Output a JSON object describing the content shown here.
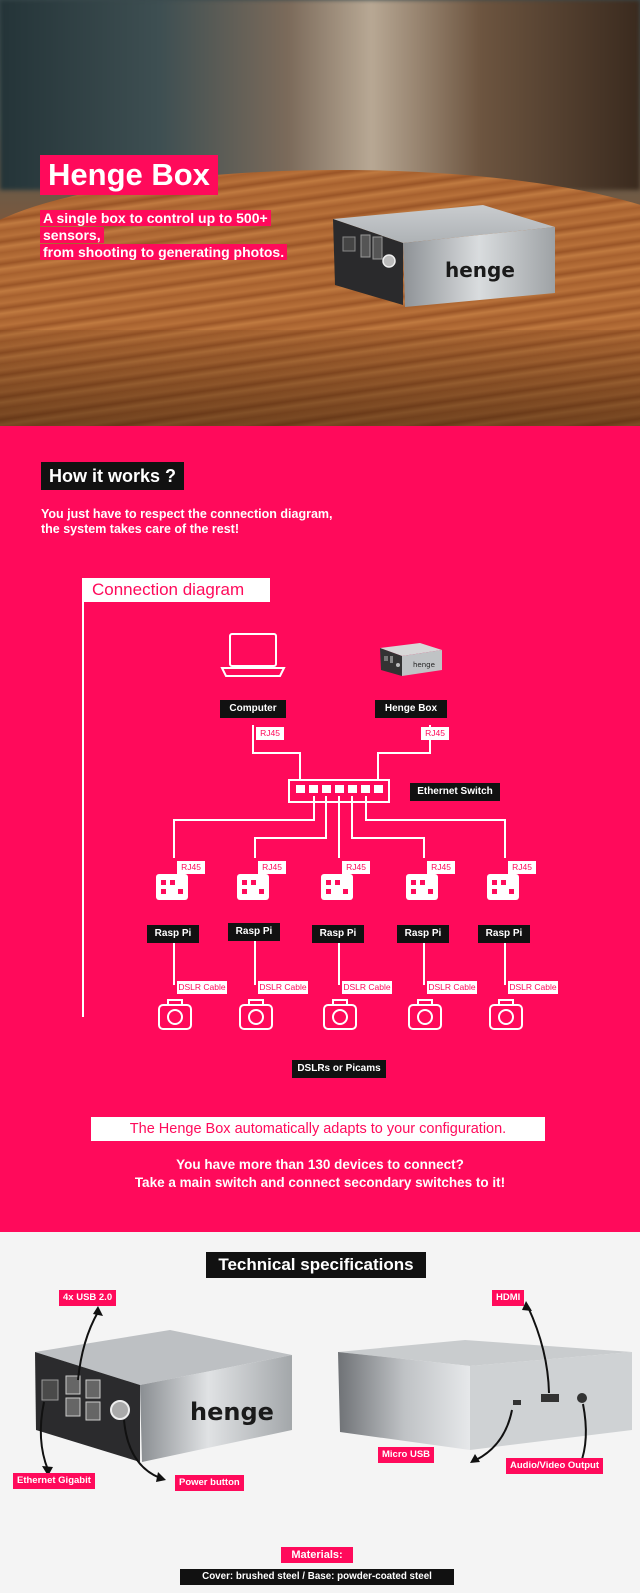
{
  "hero": {
    "title": "Henge Box",
    "subtitle_line1": "A single box to control up to 500+ sensors,",
    "subtitle_line2": "from shooting to generating photos.",
    "device_logo": "henge"
  },
  "how": {
    "title": "How it works ?",
    "desc_line1": "You just have to respect the connection diagram,",
    "desc_line2": "the system takes care of the rest!"
  },
  "diagram": {
    "title": "Connection diagram",
    "computer_label": "Computer",
    "hengebox_label": "Henge Box",
    "hengebox_logo": "henge",
    "switch_label": "Ethernet Switch",
    "rj45": "RJ45",
    "nodes": [
      {
        "label": "Rasp Pi",
        "cable": "DSLR Cable",
        "link": "RJ45"
      },
      {
        "label": "Rasp Pi",
        "cable": "DSLR Cable",
        "link": "RJ45"
      },
      {
        "label": "Rasp Pi",
        "cable": "DSLR Cable",
        "link": "RJ45"
      },
      {
        "label": "Rasp Pi",
        "cable": "DSLR Cable",
        "link": "RJ45"
      },
      {
        "label": "Rasp Pi",
        "cable": "DSLR Cable",
        "link": "RJ45"
      }
    ],
    "cameras_label": "DSLRs or Picams",
    "icons": [
      "laptop-icon",
      "henge-box-icon",
      "switch-icon",
      "raspberry-pi-icon",
      "camera-icon"
    ]
  },
  "adapts": "The Henge Box automatically adapts to your configuration.",
  "more_line1": "You have more than 130 devices to connect?",
  "more_line2": "Take a main switch and connect secondary switches to it!",
  "specs": {
    "title": "Technical specifications",
    "usb": "4x USB 2.0",
    "ethernet": "Ethernet Gigabit",
    "power": "Power button",
    "hdmi": "HDMI",
    "micro_usb": "Micro USB",
    "av": "Audio/Video Output",
    "device_logo": "henge",
    "materials_title": "Materials:",
    "materials_desc": "Cover: brushed steel / Base: powder-coated steel"
  },
  "colors": {
    "accent": "#ff0a5b",
    "dark": "#111111",
    "white": "#ffffff"
  }
}
